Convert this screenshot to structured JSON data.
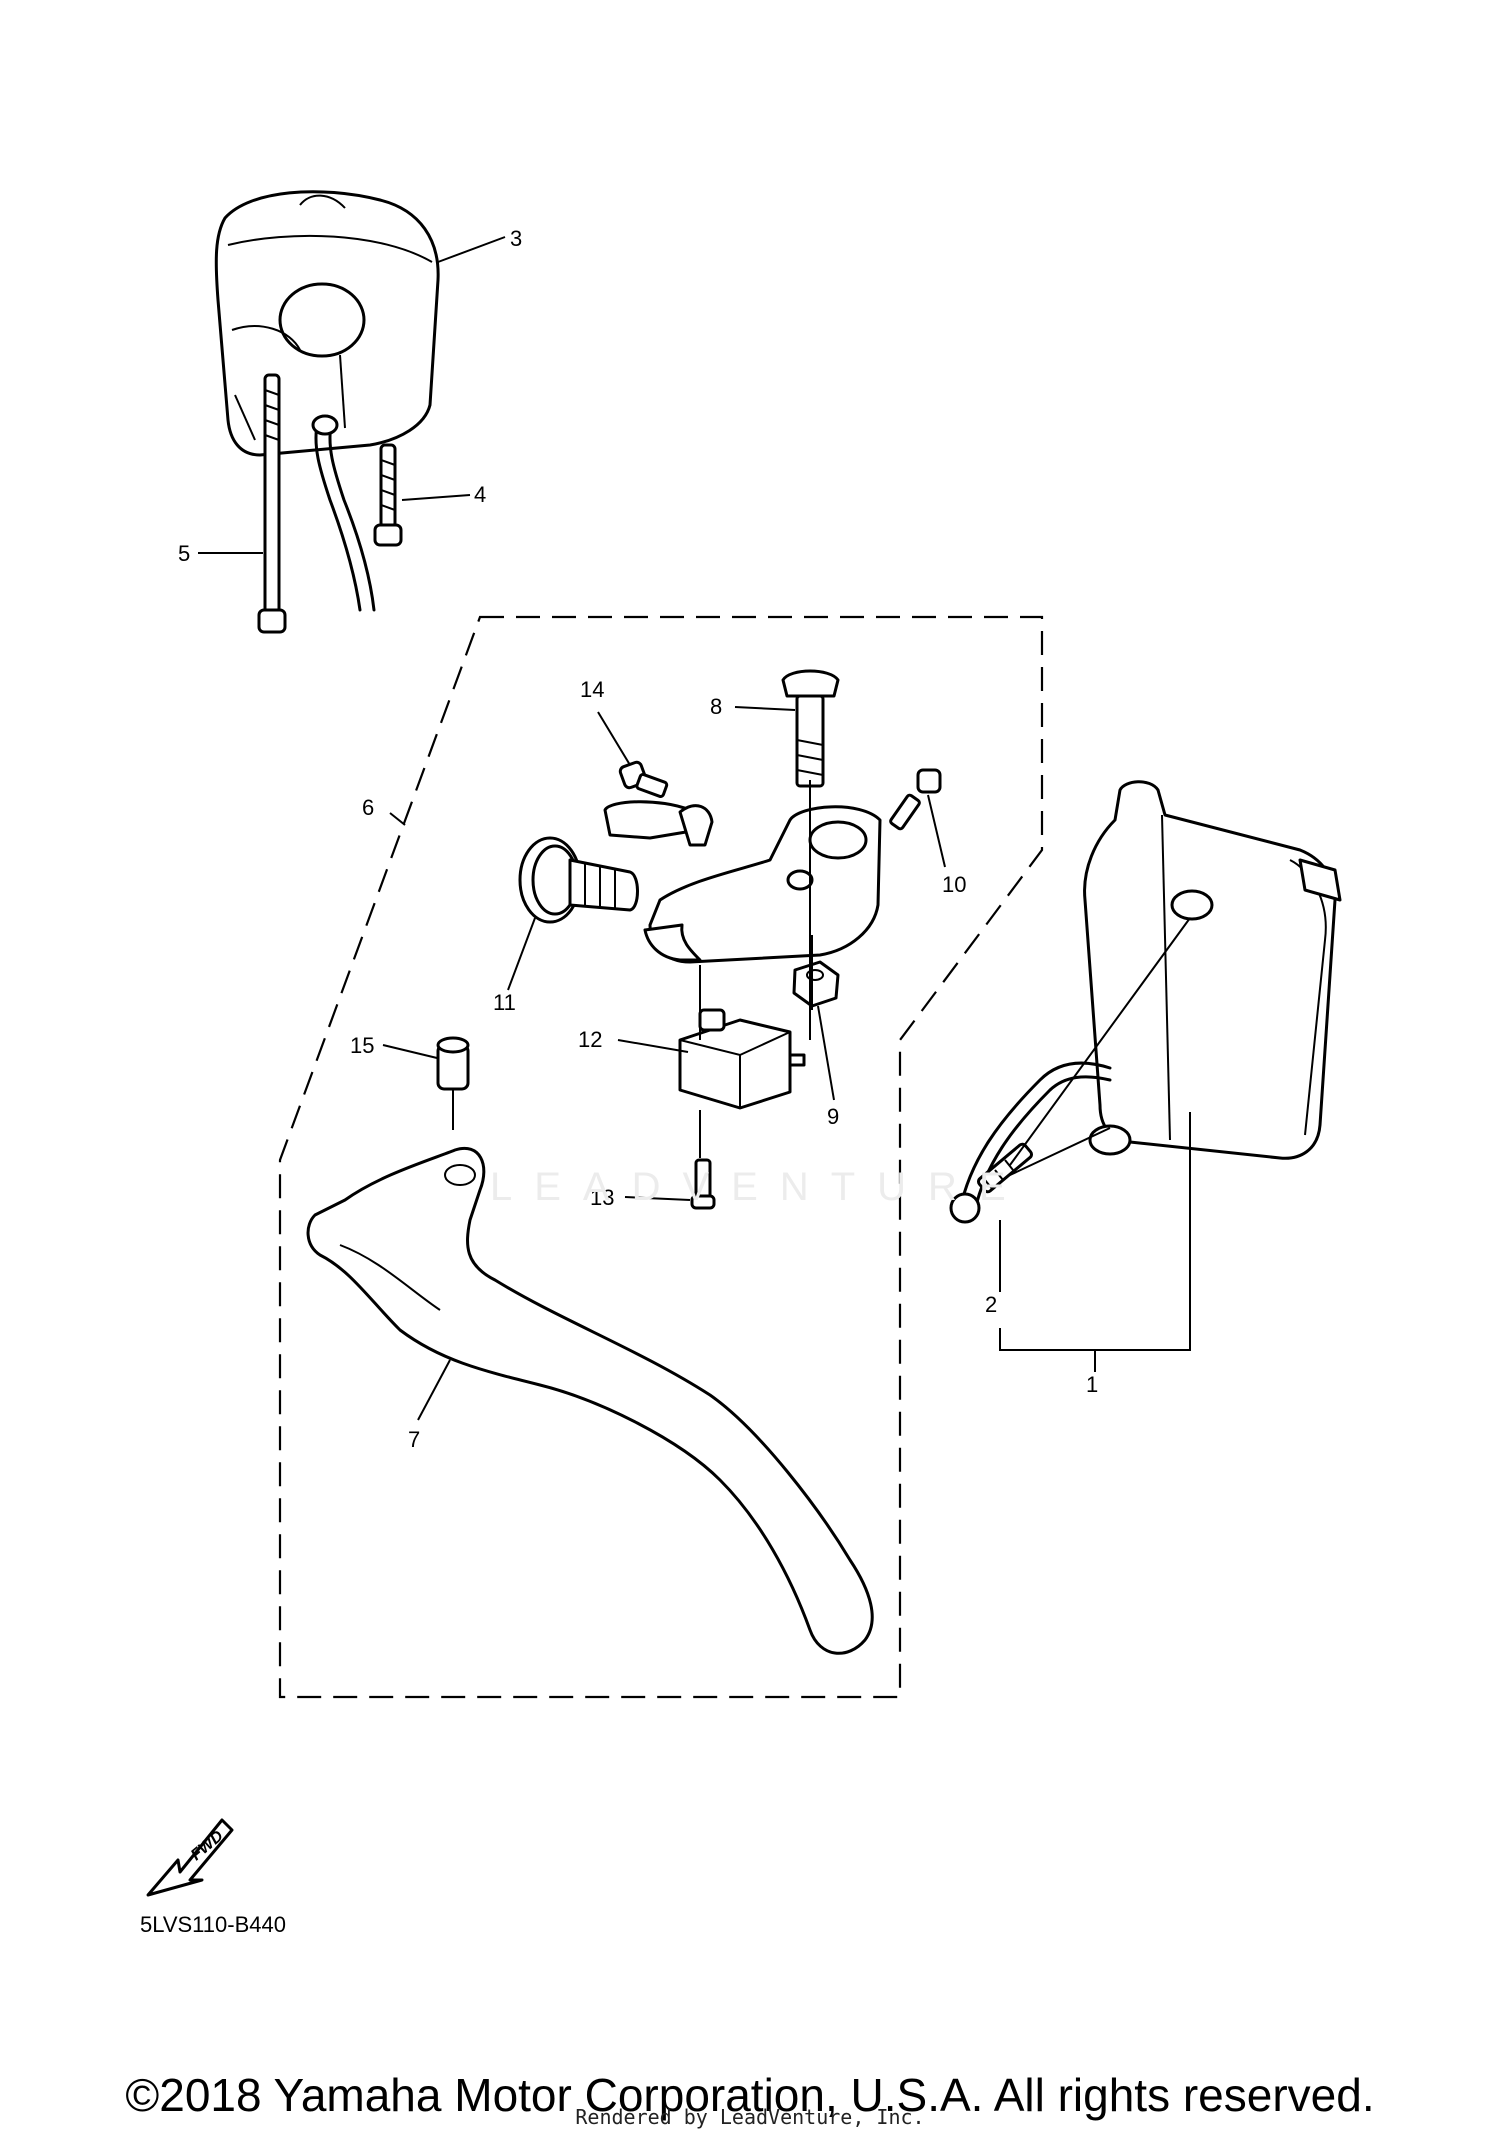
{
  "diagram_code": "5LVS110-B440",
  "copyright": "©2018 Yamaha Motor Corporation, U.S.A. All rights reserved.",
  "rendered_by": "Rendered by LeadVenture, Inc.",
  "watermark": "LEADVENTURE",
  "fwd_label": "FWD",
  "callouts": [
    "1",
    "2",
    "3",
    "4",
    "5",
    "6",
    "7",
    "8",
    "9",
    "10",
    "11",
    "12",
    "13",
    "14",
    "15"
  ]
}
